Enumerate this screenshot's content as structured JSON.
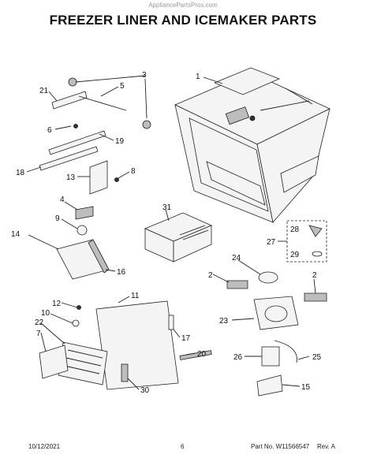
{
  "watermark": "AppliancePartsPros.com",
  "title": "FREEZER LINER AND ICEMAKER PARTS",
  "footer": {
    "date": "10/12/2021",
    "page": "6",
    "part_no": "Part No. W11566547",
    "rev": "Rev. A"
  },
  "callouts": {
    "c1": "1",
    "c2a": "2",
    "c2b": "2",
    "c3": "3",
    "c4": "4",
    "c5": "5",
    "c6": "6",
    "c7": "7",
    "c8": "8",
    "c9": "9",
    "c10": "10",
    "c11": "11",
    "c12": "12",
    "c13": "13",
    "c14": "14",
    "c15": "15",
    "c16": "16",
    "c17": "17",
    "c18": "18",
    "c19": "19",
    "c20": "20",
    "c21": "21",
    "c22": "22",
    "c23": "23",
    "c24": "24",
    "c25": "25",
    "c26": "26",
    "c27": "27",
    "c28": "28",
    "c29": "29",
    "c30": "30",
    "c31": "31"
  }
}
